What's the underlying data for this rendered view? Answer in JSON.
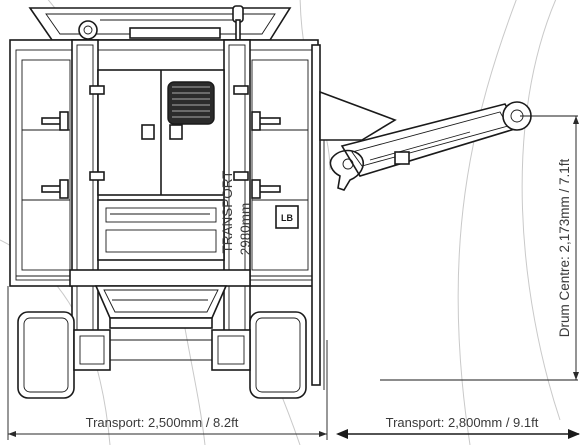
{
  "dimensions": {
    "width_label": "Transport: 2,500mm / 8.2ft",
    "extension_label": "Transport: 2,800mm / 9.1ft",
    "drum_centre_label": "Drum Centre: 2,173mm / 7.1ft",
    "transport_label": "TRANSPORT",
    "transport_value": "2980mm"
  },
  "machine": {
    "panel_badge": "LB"
  }
}
